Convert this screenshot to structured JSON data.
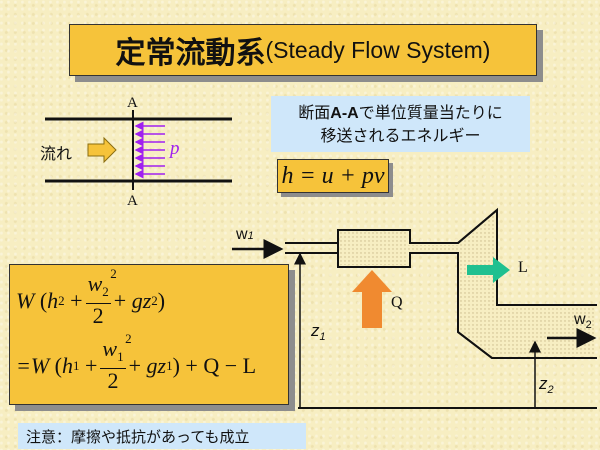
{
  "title": {
    "jp": "定常流動系",
    "en": "(Steady Flow System)"
  },
  "note": {
    "line1_prefix": "断面",
    "line1_bold": "A-A",
    "line1_suffix": "で単位質量当たりに",
    "line2": "移送されるエネルギー"
  },
  "enthalpy_formula": "h = u + pv",
  "pipe_section": {
    "label_top": "A",
    "label_bottom": "A",
    "flow_label": "流れ",
    "pressure_label": "p"
  },
  "system_labels": {
    "w1": "w",
    "w1_sub": "1",
    "w2": "w",
    "w2_sub": "2",
    "z1": "z",
    "z1_sub": "1",
    "z2": "z",
    "z2_sub": "2",
    "Q": "Q",
    "L": "L"
  },
  "energy_equation": {
    "lhs_prefix": "W",
    "lhs_h": "h",
    "h2_sub": "2",
    "w2_num": "w",
    "w2_num_sub": "2",
    "sq": "2",
    "den": "2",
    "g_term": "gz",
    "gz2_sub": "2",
    "rhs_prefix": "=W",
    "h1_sub": "1",
    "w1_num_sub": "1",
    "gz1_sub": "1",
    "tail": "+ Q − L"
  },
  "caution": "注意：摩擦や抵抗があっても成立",
  "colors": {
    "title_bg": "#f6c33a",
    "note_bg": "#cfe7fa",
    "pressure_arrows": "#a020f0",
    "heat_arrow": "#f08a30",
    "work_arrow": "#20c090",
    "flow_arrow": "#f6c33a"
  }
}
